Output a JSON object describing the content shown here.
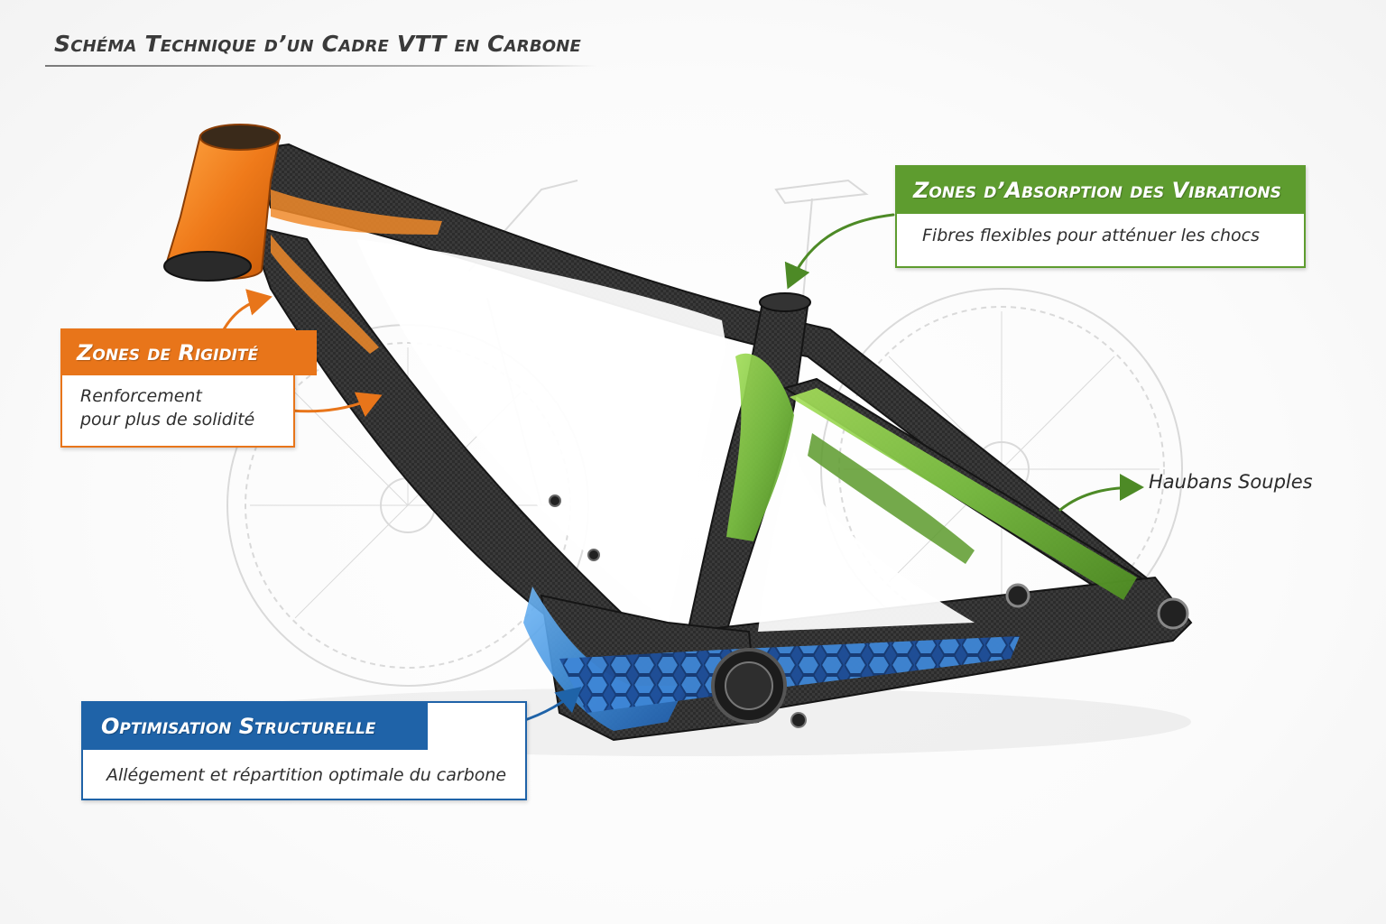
{
  "title": "Schéma Technique d’un Cadre VTT en Carbone",
  "callouts": {
    "rigidity": {
      "heading": "Zones de Rigidité",
      "line1": "Renforcement",
      "line2": "pour plus de solidité",
      "color": "#e8751a"
    },
    "absorption": {
      "heading": "Zones d’Absorption des Vibrations",
      "text": "Fibres flexibles pour atténuer les chocs",
      "color": "#5e9c2f"
    },
    "optimisation": {
      "heading": "Optimisation Structurelle",
      "text": "Allégement et répartition optimale du carbone",
      "color": "#1f63a8"
    }
  },
  "labels": {
    "stays": "Haubans Souples"
  },
  "frame": {
    "carbon_color": "#2b2b2b",
    "rigidity_zone_color": "#e8751a",
    "absorption_zone_color": "#7cc242",
    "optimisation_zone_color": "#3f8fdc"
  }
}
